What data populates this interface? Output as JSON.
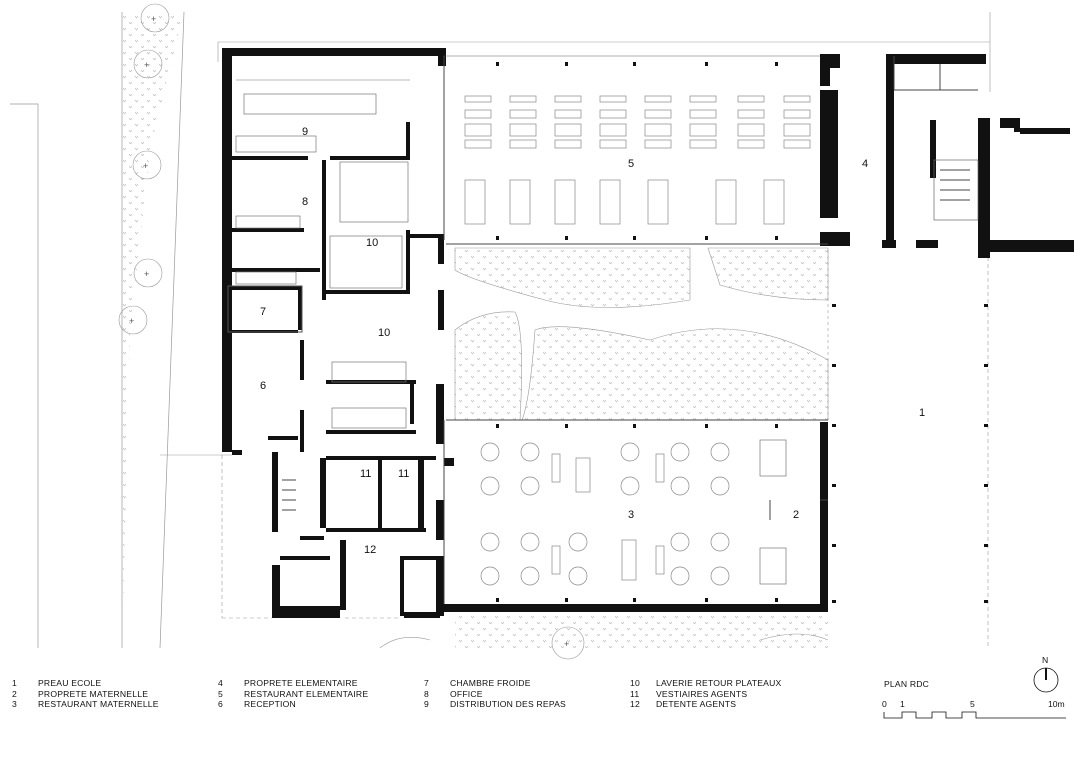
{
  "plan": {
    "title": "PLAN RDC",
    "north_label": "N",
    "scale_labels": [
      "0",
      "1",
      "5",
      "10m"
    ]
  },
  "rooms": [
    {
      "id": "1",
      "name": "PREAU ECOLE"
    },
    {
      "id": "2",
      "name": "PROPRETE MATERNELLE"
    },
    {
      "id": "3",
      "name": "RESTAURANT MATERNELLE"
    },
    {
      "id": "4",
      "name": "PROPRETE ELEMENTAIRE"
    },
    {
      "id": "5",
      "name": "RESTAURANT ELEMENTAIRE"
    },
    {
      "id": "6",
      "name": "RECEPTION"
    },
    {
      "id": "7",
      "name": "CHAMBRE FROIDE"
    },
    {
      "id": "8",
      "name": "OFFICE"
    },
    {
      "id": "9",
      "name": "DISTRIBUTION DES REPAS"
    },
    {
      "id": "10",
      "name": "LAVERIE RETOUR PLATEAUX"
    },
    {
      "id": "11",
      "name": "VESTIAIRES AGENTS"
    },
    {
      "id": "12",
      "name": "DETENTE AGENTS"
    }
  ],
  "colors": {
    "wall": "#111111",
    "hatch": "#aaaaaa",
    "line": "#888888"
  }
}
